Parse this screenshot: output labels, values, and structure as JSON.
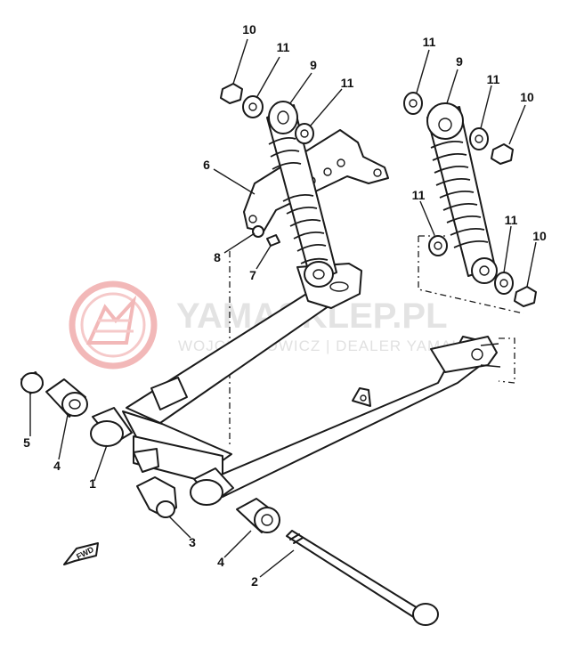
{
  "watermark": {
    "title": "YAMASKLEP.PL",
    "subtitle": "WOJCIECHOWICZ | DEALER YAMAHA",
    "logo_color": "#f2b8b8",
    "text_color": "#e3e3e3"
  },
  "fwd_label": "FWD",
  "callouts": [
    {
      "id": "c-10a",
      "text": "10"
    },
    {
      "id": "c-11a",
      "text": "11"
    },
    {
      "id": "c-9a",
      "text": "9"
    },
    {
      "id": "c-11b",
      "text": "11"
    },
    {
      "id": "c-6",
      "text": "6"
    },
    {
      "id": "c-8",
      "text": "8"
    },
    {
      "id": "c-7",
      "text": "7"
    },
    {
      "id": "c-11c",
      "text": "11"
    },
    {
      "id": "c-9b",
      "text": "9"
    },
    {
      "id": "c-11d",
      "text": "11"
    },
    {
      "id": "c-10b",
      "text": "10"
    },
    {
      "id": "c-11e",
      "text": "11"
    },
    {
      "id": "c-11f",
      "text": "11"
    },
    {
      "id": "c-10c",
      "text": "10"
    },
    {
      "id": "c-5",
      "text": "5"
    },
    {
      "id": "c-4a",
      "text": "4"
    },
    {
      "id": "c-1",
      "text": "1"
    },
    {
      "id": "c-3",
      "text": "3"
    },
    {
      "id": "c-4b",
      "text": "4"
    },
    {
      "id": "c-2",
      "text": "2"
    }
  ]
}
